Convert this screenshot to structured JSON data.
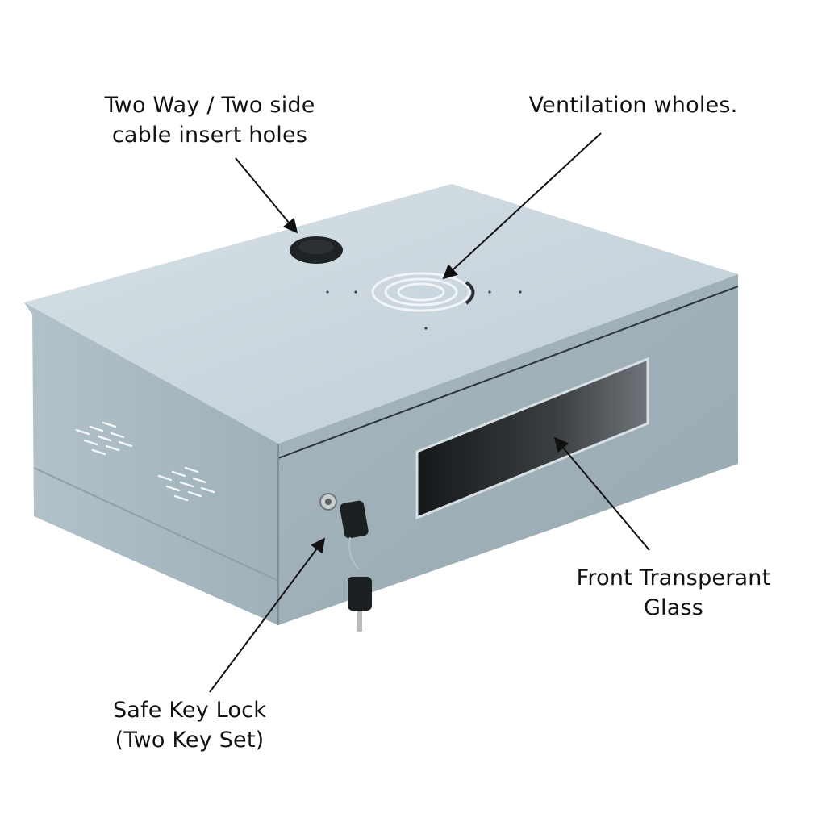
{
  "callouts": {
    "cable_holes": {
      "line1": "Two Way / Two side",
      "line2": "cable insert holes"
    },
    "ventilation": {
      "line1": "Ventilation wholes."
    },
    "glass": {
      "line1": "Front Transperant",
      "line2": "Glass"
    },
    "lock": {
      "line1": "Safe Key Lock",
      "line2": "(Two Key Set)"
    }
  },
  "colors": {
    "background": "#ffffff",
    "top_face": "#c9d6dd",
    "side_face": "#a9b9c1",
    "front_face": "#a3b3bb",
    "glass": "#2a2e31",
    "grommet": "#1e2326",
    "text": "#111111",
    "arrow": "#111111"
  }
}
